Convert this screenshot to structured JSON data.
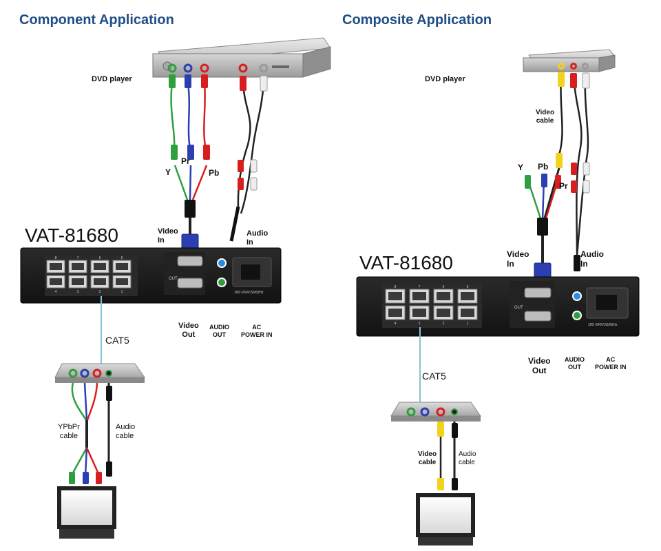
{
  "component": {
    "title": "Component Application",
    "dvd_label": "DVD player",
    "model": "VAT-81680",
    "y_label": "Y",
    "pr_label": "Pr",
    "pb_label": "Pb",
    "video_in": "Video\nIn",
    "audio_in": "Audio\nIn",
    "video_out": "Video\nOut",
    "audio_out": "AUDIO\nOUT",
    "ac_power": "AC\nPOWER IN",
    "cat5": "CAT5",
    "ypbpr_cable": "YPbPr\ncable",
    "audio_cable": "Audio\ncable",
    "ports_top": [
      "8",
      "7",
      "6",
      "5"
    ],
    "ports_bottom": [
      "4",
      "3",
      "2",
      "1"
    ],
    "out_mark": "OUT",
    "power_rating": "100~240V,50/60Hz"
  },
  "composite": {
    "title": "Composite Application",
    "dvd_label": "DVD player",
    "model": "VAT-81680",
    "video_cable_top": "Video\ncable",
    "y_label": "Y",
    "pb_label": "Pb",
    "pr_label": "Pr",
    "video_in": "Video\nIn",
    "audio_in": "Audio\nIn",
    "video_out": "Video\nOut",
    "audio_out": "AUDIO\nOUT",
    "ac_power": "AC\nPOWER IN",
    "cat5": "CAT5",
    "video_cable_bottom": "Video\ncable",
    "audio_cable": "Audio\ncable",
    "ports_top": [
      "8",
      "7",
      "6",
      "5"
    ],
    "ports_bottom": [
      "4",
      "3",
      "2",
      "1"
    ],
    "out_mark": "OUT",
    "power_rating": "100~240V,50/60Hz"
  },
  "colors": {
    "title": "#1f4e86",
    "green": "#2e9e3e",
    "blue": "#2b3fb0",
    "red": "#d81e1e",
    "yellow": "#f2d21b",
    "white": "#f2f2f2",
    "cat_line": "#7fc4d8",
    "device": "#1c1c1c"
  }
}
